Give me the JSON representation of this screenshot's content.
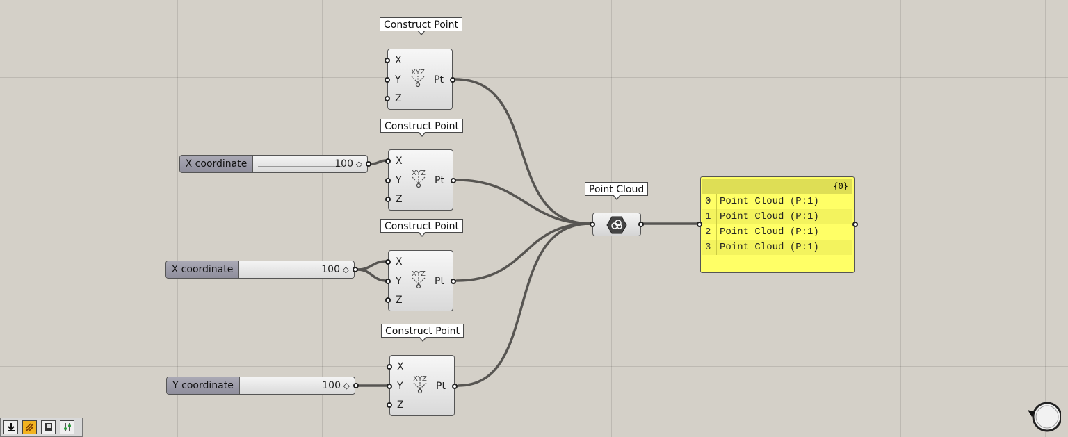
{
  "tags": {
    "construct_point_1": "Construct Point",
    "construct_point_2": "Construct Point",
    "construct_point_3": "Construct Point",
    "construct_point_4": "Construct Point",
    "point_cloud": "Point Cloud"
  },
  "component": {
    "input_x": "X",
    "input_y": "Y",
    "input_z": "Z",
    "output_pt": "Pt",
    "icon_letters": "XYZ"
  },
  "sliders": [
    {
      "name": "X coordinate",
      "value": "100",
      "grip": "◇"
    },
    {
      "name": "X coordinate",
      "value": "100",
      "grip": "◇"
    },
    {
      "name": "Y coordinate",
      "value": "100",
      "grip": "◇"
    }
  ],
  "panel": {
    "path": "{0}",
    "rows": [
      {
        "index": "0",
        "text": "Point Cloud (P:1)"
      },
      {
        "index": "1",
        "text": "Point Cloud (P:1)"
      },
      {
        "index": "2",
        "text": "Point Cloud (P:1)"
      },
      {
        "index": "3",
        "text": "Point Cloud (P:1)"
      }
    ]
  },
  "toolbar": {
    "icons": [
      "download-icon",
      "sketch-icon",
      "preview-icon",
      "wires-icon"
    ]
  },
  "colors": {
    "canvas": "#d4d0c8",
    "panel": "#ffff66",
    "wire": "#555555",
    "slider_name": "#9d9cab"
  }
}
